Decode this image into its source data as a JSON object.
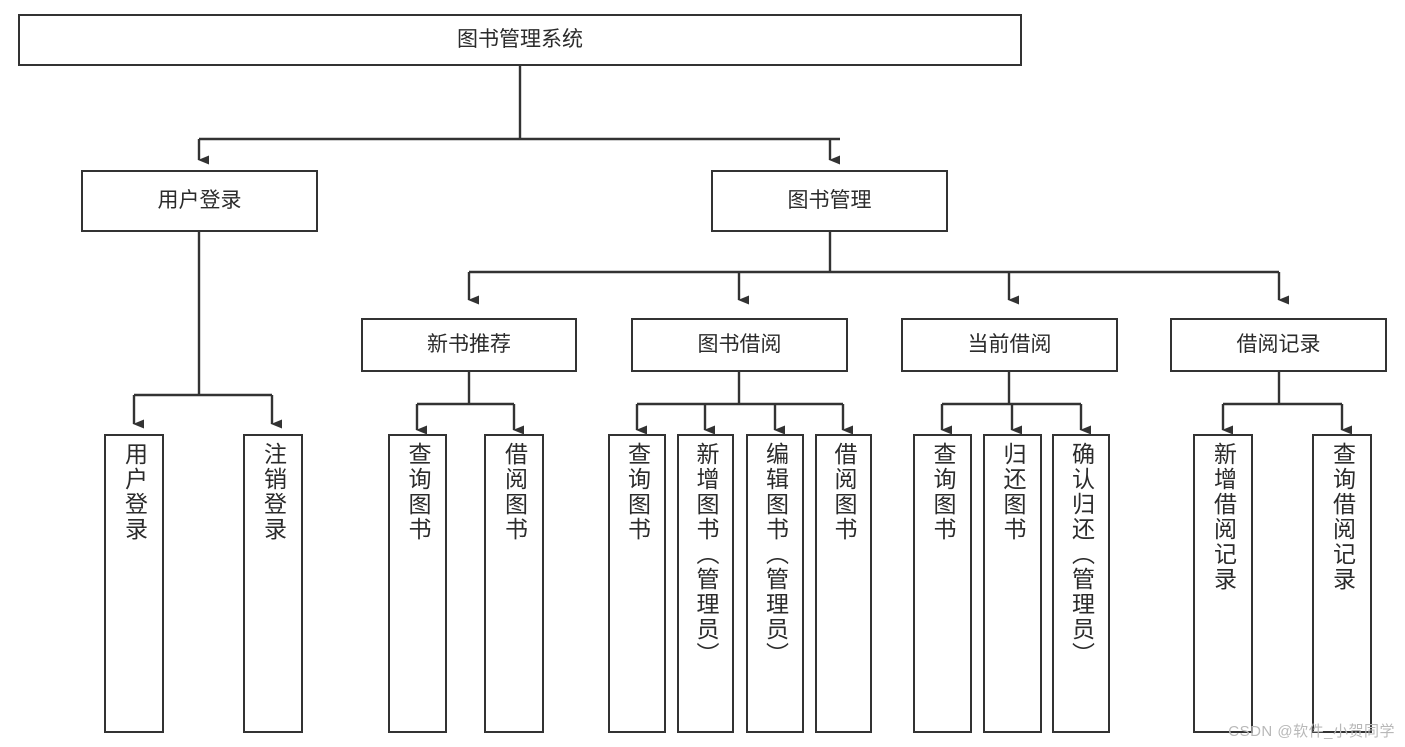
{
  "diagram": {
    "title": "图书管理系统",
    "watermark": "CSDN @软件_小贺同学",
    "levels": {
      "root": "图书管理系统",
      "level2": [
        "用户登录",
        "图书管理"
      ],
      "level3": [
        "新书推荐",
        "图书借阅",
        "当前借阅",
        "借阅记录"
      ]
    },
    "nodes": {
      "root": {
        "label": "图书管理系统"
      },
      "user_login": {
        "label": "用户登录"
      },
      "book_manage": {
        "label": "图书管理"
      },
      "new_book_rec": {
        "label": "新书推荐"
      },
      "book_borrow": {
        "label": "图书借阅"
      },
      "current_borrow": {
        "label": "当前借阅"
      },
      "borrow_record": {
        "label": "借阅记录"
      },
      "leaf_user_login": {
        "label": "用户登录"
      },
      "leaf_logout": {
        "label": "注销登录"
      },
      "leaf_query_book_1": {
        "label": "查询图书"
      },
      "leaf_borrow_book_1": {
        "label": "借阅图书"
      },
      "leaf_query_book_2": {
        "label": "查询图书"
      },
      "leaf_add_book": {
        "label": "新增图书（管理员）"
      },
      "leaf_edit_book": {
        "label": "编辑图书（管理员）"
      },
      "leaf_borrow_book_2": {
        "label": "借阅图书"
      },
      "leaf_query_book_3": {
        "label": "查询图书"
      },
      "leaf_return_book": {
        "label": "归还图书"
      },
      "leaf_confirm_return": {
        "label": "确认归还（管理员）"
      },
      "leaf_add_record": {
        "label": "新增借阅记录"
      },
      "leaf_query_record": {
        "label": "查询借阅记录"
      }
    },
    "colors": {
      "stroke": "#333333",
      "fill": "#ffffff",
      "text": "#2b2b2b",
      "watermark": "#b8b8b8"
    }
  }
}
